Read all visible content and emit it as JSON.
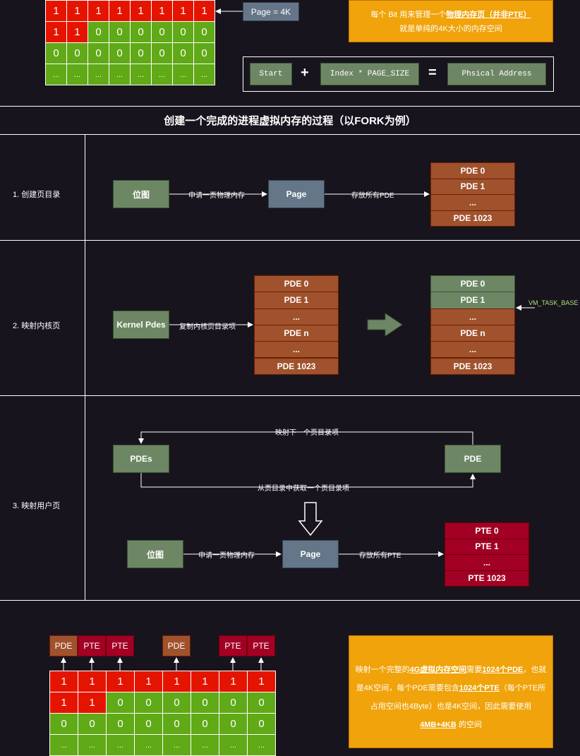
{
  "top_bitmap": {
    "rows": [
      [
        "1",
        "1",
        "1",
        "1",
        "1",
        "1",
        "1",
        "1"
      ],
      [
        "1",
        "1",
        "0",
        "0",
        "0",
        "0",
        "0",
        "0"
      ],
      [
        "0",
        "0",
        "0",
        "0",
        "0",
        "0",
        "0",
        "0"
      ],
      [
        "...",
        "...",
        "...",
        "...",
        "...",
        "...",
        "...",
        "..."
      ]
    ],
    "page_label": "Page = 4K"
  },
  "top_note": {
    "line1_prefix": "每个 Bit 用来管理一个",
    "line1_emph": "物理内存页（并非PTE）",
    "line2": "就是单纯的4K大小的内存空间"
  },
  "formula": {
    "start": "Start",
    "plus": "+",
    "index": "Index * PAGE_SIZE",
    "equals": "=",
    "result": "Phsical Address"
  },
  "title": "创建一个完成的进程虚拟内存的过程（以FORK为例）",
  "step1": {
    "label": "1. 创建页目录",
    "bitmap": "位图",
    "edge1": "申请一页物理内存",
    "page": "Page",
    "edge2": "存放所有PDE",
    "table": [
      "PDE 0",
      "PDE 1",
      "...",
      "PDE 1023"
    ]
  },
  "step2": {
    "label": "2. 映射内核页",
    "kernel": "Kernel Pdes",
    "edge": "复制内核页目录项",
    "table_left": [
      "PDE 0",
      "PDE 1",
      "...",
      "PDE n",
      "...",
      "PDE 1023"
    ],
    "table_right": [
      "PDE 0",
      "PDE 1",
      "...",
      "PDE n",
      "...",
      "PDE 1023"
    ],
    "vm_label": "VM_TASK_BASE"
  },
  "step3": {
    "label": "3. 映射用户页",
    "pdes": "PDEs",
    "pde": "PDE",
    "edge_top": "映射下一个页目录项",
    "edge_bottom": "从页目录中获取一个页目录项",
    "bitmap": "位图",
    "edge1": "申请一页物理内存",
    "page": "Page",
    "edge2": "存放所有PTE",
    "table": [
      "PTE 0",
      "PTE 1",
      "...",
      "PTE 1023"
    ]
  },
  "bottom": {
    "tags": [
      {
        "text": "PDE",
        "kind": "brown"
      },
      {
        "text": "PTE",
        "kind": "maroon"
      },
      {
        "text": "PTE",
        "kind": "maroon"
      },
      {
        "text": "PDE",
        "kind": "brown"
      },
      {
        "text": "PTE",
        "kind": "maroon"
      },
      {
        "text": "PTE",
        "kind": "maroon"
      }
    ],
    "rows": [
      [
        "1",
        "1",
        "1",
        "1",
        "1",
        "1",
        "1",
        "1"
      ],
      [
        "1",
        "1",
        "0",
        "0",
        "0",
        "0",
        "0",
        "0"
      ],
      [
        "0",
        "0",
        "0",
        "0",
        "0",
        "0",
        "0",
        "0"
      ],
      [
        "...",
        "...",
        "...",
        "...",
        "...",
        "...",
        "...",
        "..."
      ]
    ]
  },
  "bottom_note": {
    "p1": "映射一个完整的",
    "e1": "4G虚拟内存空间",
    "p2": "需要",
    "e2": "1024个PDE",
    "p3": "，也就是4K空间，每个PDE需要包含",
    "e3": "1024个PTE",
    "p4": "（每个PTE所占用空间也4Byte）也是4K空间，因此需要使用 ",
    "e4": "4MB+4KB",
    "p5": " 的空间"
  },
  "colors": {
    "background": "#18141d",
    "bit_used": "#e51400",
    "bit_free": "#60a917",
    "green_box": "#6d8764",
    "blue_box": "#647687",
    "pde": "#a0522d",
    "pte": "#a20025",
    "note": "#f0a30a",
    "vm_label": "#a8e07a"
  }
}
